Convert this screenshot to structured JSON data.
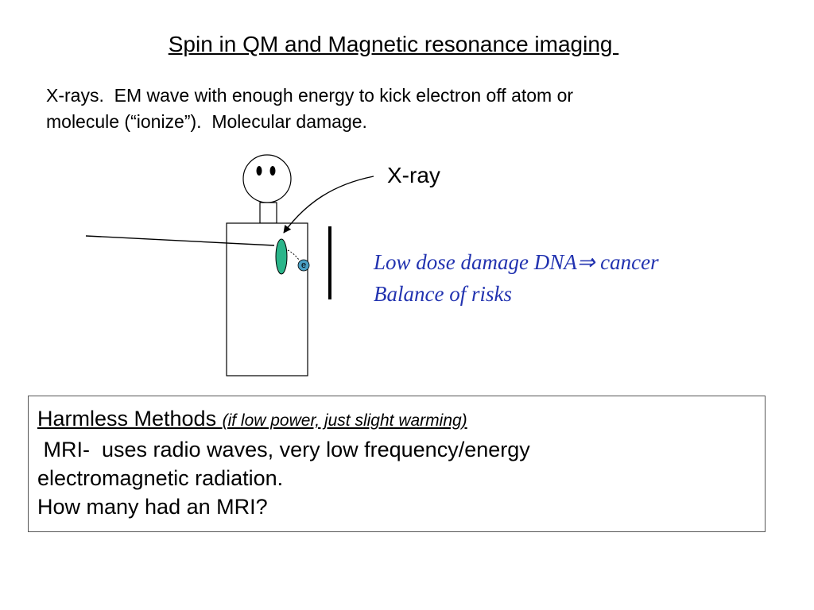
{
  "slide": {
    "title": "Spin in QM and Magnetic resonance imaging ",
    "intro_lines": [
      "X-rays.  EM wave with enough energy to kick electron off atom or",
      "molecule (“ionize”).  Molecular damage."
    ],
    "diagram": {
      "xray_label": "X-ray",
      "electron_label": "e"
    },
    "dose_lines": [
      "Low dose damage DNA⇒ cancer",
      "Balance of risks"
    ],
    "box": {
      "heading": "Harmless Methods ",
      "heading_note": "(if low power, just slight warming)",
      "lines": [
        " MRI-  uses radio waves, very low frequency/energy",
        "electromagnetic radiation.",
        "How many had an MRI?"
      ]
    },
    "colors": {
      "molecule": "#2bb58a",
      "electron": "#4a9fc4",
      "dose_text": "#2233b0"
    }
  }
}
